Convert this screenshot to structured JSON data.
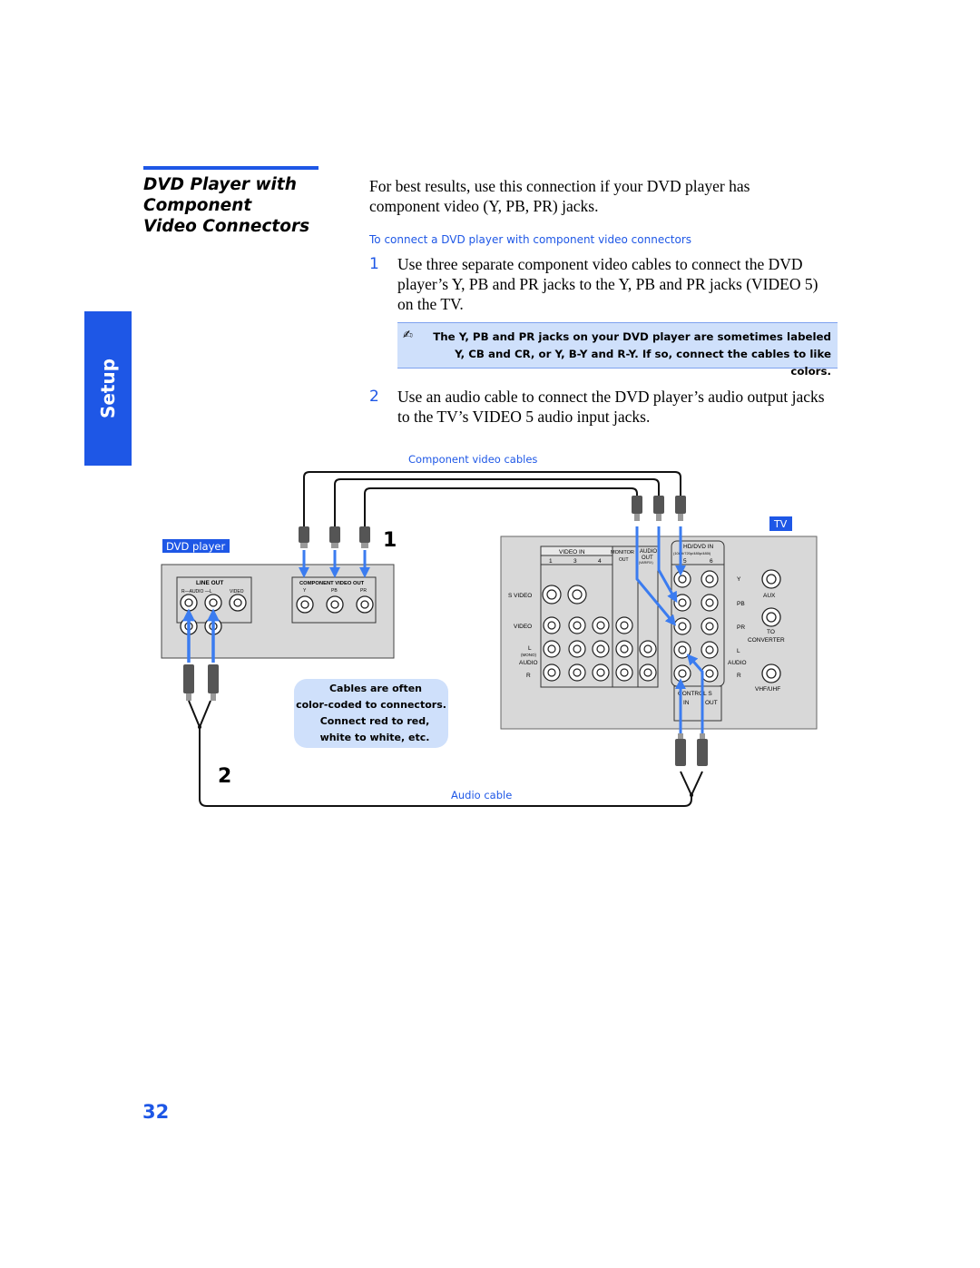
{
  "section": {
    "title_line1": "DVD Player with",
    "title_line2": "Component",
    "title_line3": "Video Connectors",
    "tab_label": "Setup"
  },
  "intro": {
    "text": "For best results, use this connection if your DVD player has component video (Y, PB, PR) jacks."
  },
  "procedure": {
    "heading": "To connect a DVD player with component video connectors",
    "steps": [
      {
        "number": "1",
        "text": "Use three separate component video cables to connect the DVD player’s Y, PB and PR jacks to the Y, PB and PR jacks (VIDEO 5) on the TV."
      },
      {
        "number": "2",
        "text": "Use an audio cable to connect the DVD player’s audio output jacks to the TV’s VIDEO 5 audio input jacks."
      }
    ],
    "note": "The Y, PB and PR jacks on your DVD player are sometimes labeled Y, CB and CR, or Y, B-Y and R-Y. If so, connect the cables to like colors."
  },
  "diagram": {
    "component_cables_label": "Component video cables",
    "audio_cable_label": "Audio cable",
    "dvd_player_label": "DVD player",
    "tv_label": "TV",
    "callout_1": "1",
    "callout_2": "2",
    "dvd_panel": {
      "line_out": "LINE OUT",
      "audio_row": "R—AUDIO —L",
      "video": "VIDEO",
      "component_out": "COMPONENT VIDEO OUT",
      "y": "Y",
      "pb": "PB",
      "pr": "PR"
    },
    "cables_note_line1": "Cables are often",
    "cables_note_line2": "color-coded to connectors.",
    "cables_note_line3": "Connect red to red,",
    "cables_note_line4": "white to white, etc.",
    "tv_panel": {
      "video_in": "VIDEO IN",
      "monitor": "MONITOR",
      "monitor_out": "OUT",
      "audio_out_line1": "AUDIO",
      "audio_out_line2": "OUT",
      "audio_out_line3": "(VAR/FIX)",
      "dvd_in": "HD/DVD IN",
      "dvd_in_sub": "(1080i/720p/480p/480i)",
      "col1": "1",
      "col3": "3",
      "col4": "4",
      "col5": "5",
      "col6": "6",
      "s_video": "S VIDEO",
      "video": "VIDEO",
      "l_label": "L",
      "mono": "(MONO)",
      "audio": "AUDIO",
      "r_label": "R",
      "y": "Y",
      "pb": "PB",
      "pr": "PR",
      "l_right": "L",
      "audio_right": "AUDIO",
      "r_right": "R",
      "aux": "AUX",
      "to": "TO",
      "converter": "CONVERTER",
      "vhf_uhf": "VHF/UHF",
      "control_s": "CONTROL S",
      "in": "IN",
      "out": "OUT"
    }
  },
  "page_number": "32",
  "colors": {
    "accent": "#1e57e6",
    "note_bg": "#cfe0fb",
    "panel": "#d8d8d8"
  }
}
